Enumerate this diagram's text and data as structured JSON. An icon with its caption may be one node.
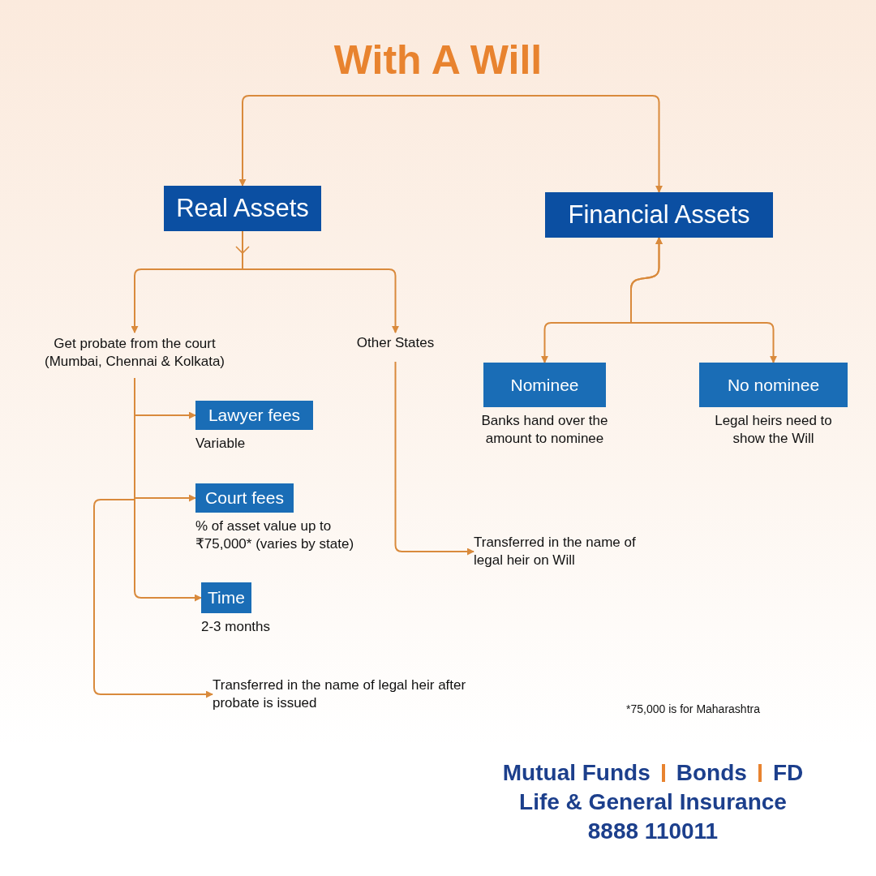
{
  "diagram": {
    "title": "With A Will",
    "nodes": [
      {
        "text": [
          "Real Assets"
        ]
      },
      {
        "text": [
          "Financial Assets"
        ]
      },
      {
        "text": [
          "Get probate from the court (Mumbai, Chennai & Kolkata)"
        ]
      },
      {
        "text": [
          "Other States"
        ]
      },
      {
        "text": [
          "Lawyer fees"
        ],
        "beside": [
          "Variable"
        ]
      },
      {
        "text": [
          "Court fees"
        ],
        "beside": [
          "% of asset value up to ₹75,000* (varies by state)"
        ]
      },
      {
        "text": [
          "Time"
        ],
        "beside": [
          "2-3 months"
        ]
      },
      {
        "text": [
          "Transferred in the name of legal heir after probate is issued"
        ]
      },
      {
        "text": [
          "Transferred in the name of legal heir on Will"
        ]
      },
      {
        "text": [
          "Nominee"
        ],
        "beside": [
          "Banks hand over the amount to nominee"
        ]
      },
      {
        "text": [
          "No nominee"
        ],
        "beside": [
          "Legal heirs need to show the Will"
        ]
      }
    ],
    "edges": [
      {
        "from": null,
        "to": 0,
        "arrow": "to"
      },
      {
        "from": null,
        "to": 1,
        "arrow": "to"
      },
      {
        "from": 0,
        "to": 2,
        "arrow": "to"
      },
      {
        "from": 0,
        "to": 3,
        "arrow": "to"
      },
      {
        "from": 2,
        "to": 4,
        "arrow": "to"
      },
      {
        "from": 2,
        "to": 5,
        "arrow": "to"
      },
      {
        "from": 2,
        "to": 6,
        "arrow": "to"
      },
      {
        "from": 2,
        "to": 7,
        "arrow": "to"
      },
      {
        "from": 3,
        "to": 8,
        "arrow": "to"
      },
      {
        "from": 1,
        "to": 9,
        "arrow": "both"
      },
      {
        "from": 1,
        "to": 10,
        "arrow": "both"
      }
    ],
    "labels": [
      "*75,000 is for Maharashtra",
      "Mutual Funds",
      "Bonds",
      "FD",
      "Life & General Insurance",
      "8888 110011"
    ]
  }
}
